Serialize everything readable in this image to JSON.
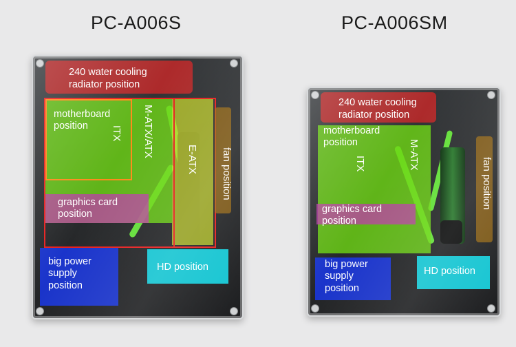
{
  "left": {
    "title": "PC-A006S",
    "radiator": "240 water cooling\nradiator position",
    "motherboard": "motherboard\nposition",
    "itx": "ITX",
    "matx": "M-ATX/ATX",
    "eatx": "E-ATX",
    "fan": "fan position",
    "graphics": "graphics card\nposition",
    "power": "big power\nsupply\nposition",
    "hd": "HD position"
  },
  "right": {
    "title": "PC-A006SM",
    "radiator": "240 water cooling\nradiator position",
    "motherboard": "motherboard\nposition",
    "itx": "ITX",
    "matx": "M-ATX",
    "fan": "fan position",
    "graphics": "graphics card\nposition",
    "power": "big power\nsupply\nposition",
    "hd": "HD position"
  },
  "colors": {
    "radiator": "#c82828",
    "motherboard": "#6ed714",
    "eatx": "#c8d728",
    "graphics": "#be3caa",
    "power": "#1937e1",
    "hd": "#14d7e6",
    "fan": "#a06e14",
    "outline": "#e82020"
  }
}
